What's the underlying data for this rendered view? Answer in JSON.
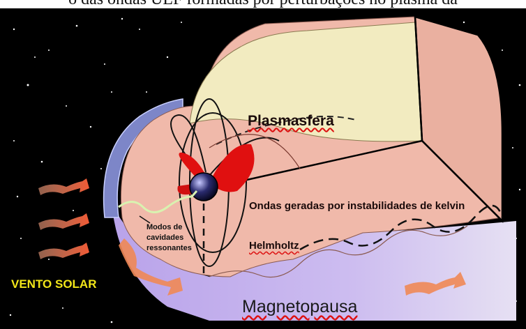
{
  "caption": "o das ondas ULF formadas por perturbações no plasma da",
  "labels": {
    "plasmasphere": "Plasmasfera",
    "kh_line1": "Ondas geradas por instabilidades de kelvin",
    "kh_line2": "Helmholtz",
    "cavity_line1": "Modos de",
    "cavity_line2": "cavidades",
    "cavity_line3": "ressonantes",
    "solar_wind": "VENTO SOLAR",
    "magnetopause": "Magnetopausa"
  },
  "colors": {
    "space": "#000000",
    "magnetosphere": "#f0b9aa",
    "plasmasphere_fill": "#f2ebc0",
    "magnetopause": "#c9b6ee",
    "lobes": "#e01010",
    "solar_wind_text": "#f2e619",
    "arrows": "#f07a55"
  },
  "icons": [
    "solar-wind-arrow",
    "earth-icon",
    "star-field"
  ]
}
